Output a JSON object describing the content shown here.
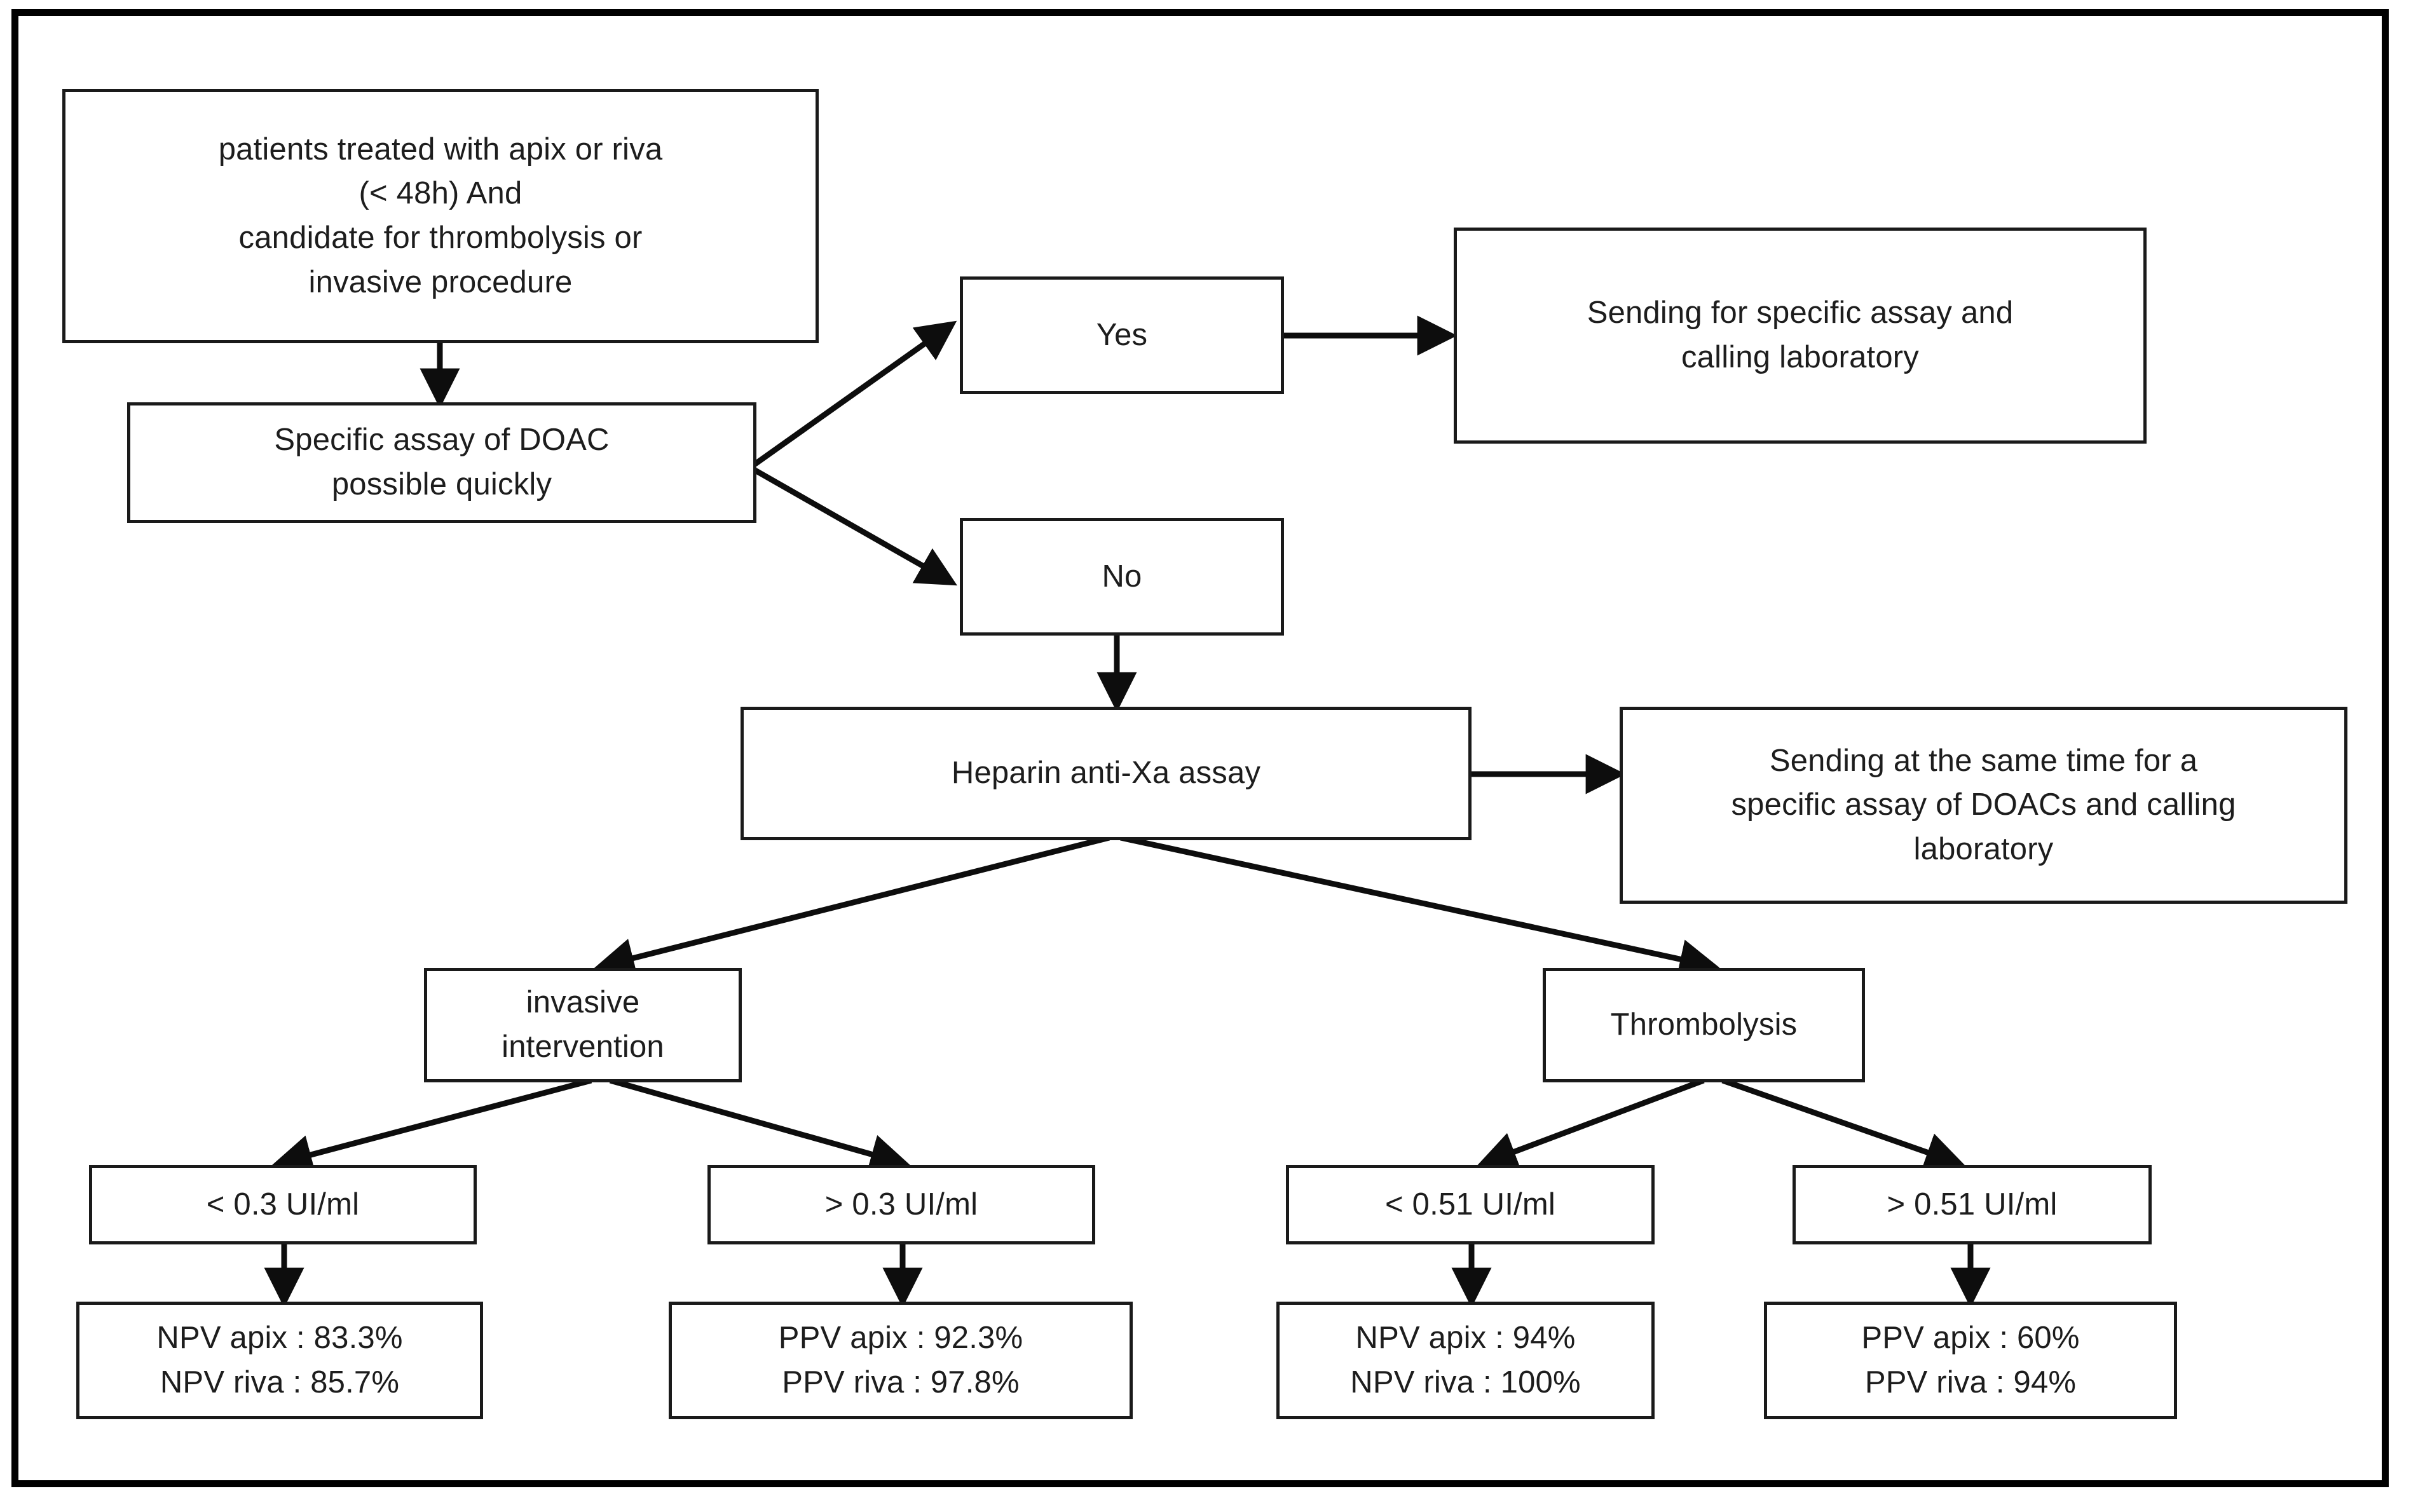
{
  "diagram": {
    "title": "DOAC management flowchart",
    "colors": {
      "border": "#1a1a1a",
      "text": "#1d1d1d",
      "background": "#ffffff",
      "edge": "#0d0d0d"
    }
  },
  "nodes": {
    "patients": {
      "id": "patients-box",
      "lines": [
        "patients treated with apix or riva",
        "(< 48h) And",
        "candidate for thrombolysis or",
        "invasive procedure"
      ]
    },
    "specific_assay": {
      "id": "specific-assay-box",
      "lines": [
        "Specific assay of DOAC",
        "possible quickly"
      ]
    },
    "yes": {
      "id": "yes-box",
      "lines": [
        "Yes"
      ]
    },
    "no": {
      "id": "no-box",
      "lines": [
        "No"
      ]
    },
    "sending_specific": {
      "id": "sending-specific-assay-box",
      "lines": [
        "Sending for specific assay and",
        "calling laboratory"
      ]
    },
    "heparin": {
      "id": "heparin-anti-xa-box",
      "lines": [
        "Heparin anti-Xa assay"
      ]
    },
    "sending_same_time": {
      "id": "sending-same-time-box",
      "lines": [
        "Sending at the same time for a",
        "specific assay of DOACs and calling",
        "laboratory"
      ]
    },
    "invasive": {
      "id": "invasive-intervention-box",
      "lines": [
        "invasive",
        "intervention"
      ]
    },
    "thrombolysis": {
      "id": "thrombolysis-box",
      "lines": [
        "Thrombolysis"
      ]
    },
    "th_lt_03": {
      "id": "threshold-lt-0-3-box",
      "lines": [
        "< 0.3 UI/ml"
      ]
    },
    "th_gt_03": {
      "id": "threshold-gt-0-3-box",
      "lines": [
        "> 0.3 UI/ml"
      ]
    },
    "th_lt_051": {
      "id": "threshold-lt-0-51-box",
      "lines": [
        "< 0.51 UI/ml"
      ]
    },
    "th_gt_051": {
      "id": "threshold-gt-0-51-box",
      "lines": [
        "> 0.51 UI/ml"
      ]
    },
    "npv_invasive": {
      "id": "npv-invasive-box",
      "lines": [
        "NPV apix : 83.3%",
        "NPV riva : 85.7%"
      ]
    },
    "ppv_invasive": {
      "id": "ppv-invasive-box",
      "lines": [
        "PPV apix : 92.3%",
        "PPV riva : 97.8%"
      ]
    },
    "npv_thrombolysis": {
      "id": "npv-thrombolysis-box",
      "lines": [
        "NPV apix : 94%",
        "NPV riva : 100%"
      ]
    },
    "ppv_thrombolysis": {
      "id": "ppv-thrombolysis-box",
      "lines": [
        "PPV apix : 60%",
        "PPV riva : 94%"
      ]
    }
  },
  "edges": [
    {
      "from": "patients",
      "to": "specific_assay",
      "kind": "vertical-arrow"
    },
    {
      "from": "specific_assay",
      "to": "yes",
      "kind": "diagonal-arrow"
    },
    {
      "from": "specific_assay",
      "to": "no",
      "kind": "diagonal-arrow"
    },
    {
      "from": "yes",
      "to": "sending_specific",
      "kind": "horizontal-arrow"
    },
    {
      "from": "no",
      "to": "heparin",
      "kind": "vertical-arrow"
    },
    {
      "from": "heparin",
      "to": "sending_same_time",
      "kind": "horizontal-arrow"
    },
    {
      "from": "heparin",
      "to": "invasive",
      "kind": "diagonal-arrow"
    },
    {
      "from": "heparin",
      "to": "thrombolysis",
      "kind": "diagonal-arrow"
    },
    {
      "from": "invasive",
      "to": "th_lt_03",
      "kind": "diagonal-arrow"
    },
    {
      "from": "invasive",
      "to": "th_gt_03",
      "kind": "diagonal-arrow"
    },
    {
      "from": "thrombolysis",
      "to": "th_lt_051",
      "kind": "diagonal-arrow"
    },
    {
      "from": "thrombolysis",
      "to": "th_gt_051",
      "kind": "diagonal-arrow"
    },
    {
      "from": "th_lt_03",
      "to": "npv_invasive",
      "kind": "vertical-arrow"
    },
    {
      "from": "th_gt_03",
      "to": "ppv_invasive",
      "kind": "vertical-arrow"
    },
    {
      "from": "th_lt_051",
      "to": "npv_thrombolysis",
      "kind": "vertical-arrow"
    },
    {
      "from": "th_gt_051",
      "to": "ppv_thrombolysis",
      "kind": "vertical-arrow"
    }
  ]
}
